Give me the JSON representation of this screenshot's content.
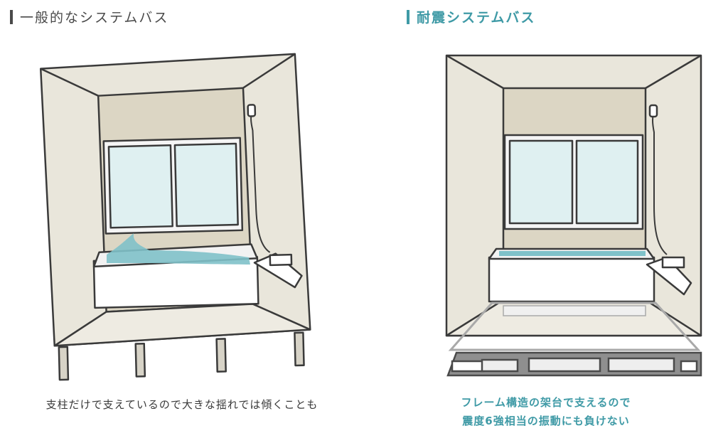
{
  "left": {
    "heading": "一般的なシステムバス",
    "caption": "支柱だけで支えているので大きな揺れでは傾くことも"
  },
  "right": {
    "heading": "耐震システムバス",
    "caption_lines": [
      "フレーム構造の架台で支えるので",
      "震度6強相当の振動にも負けない"
    ]
  },
  "colors": {
    "accent": "#3f9aa6",
    "wall": "#e9e6db",
    "line": "#3a3a3a",
    "glass": "#dff0f1",
    "water": "#7fc1c9"
  }
}
